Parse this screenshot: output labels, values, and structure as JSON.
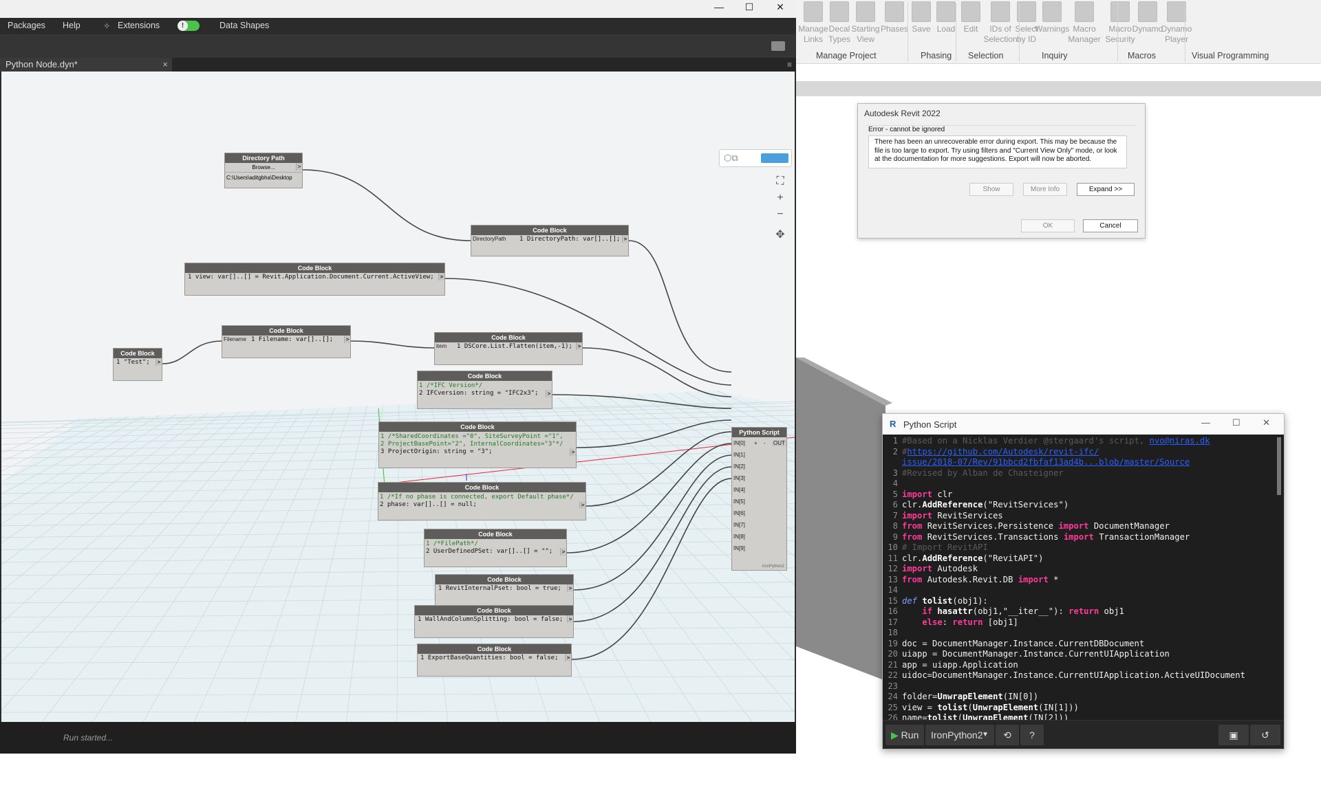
{
  "revit": {
    "ribbon_buttons": [
      {
        "l1": "Manage",
        "l2": "Links"
      },
      {
        "l1": "Decal",
        "l2": "Types"
      },
      {
        "l1": "Starting",
        "l2": "View"
      },
      {
        "l1": "Phases",
        "l2": ""
      },
      {
        "l1": "Save",
        "l2": ""
      },
      {
        "l1": "Load",
        "l2": ""
      },
      {
        "l1": "Edit",
        "l2": ""
      },
      {
        "l1": "IDs of",
        "l2": "Selection"
      },
      {
        "l1": "Select",
        "l2": "by ID"
      },
      {
        "l1": "Warnings",
        "l2": ""
      },
      {
        "l1": "Macro",
        "l2": "Manager"
      },
      {
        "l1": "Macro",
        "l2": "Security"
      },
      {
        "l1": "Dynamo",
        "l2": ""
      },
      {
        "l1": "Dynamo",
        "l2": "Player"
      }
    ],
    "ribbon_groups": [
      "Manage Project",
      "Phasing",
      "Selection",
      "Inquiry",
      "Macros",
      "Visual Programming"
    ]
  },
  "dynamo": {
    "menu": [
      "Packages",
      "Help",
      "Extensions",
      "Data Shapes"
    ],
    "tab_title": "Python Node.dyn*",
    "tab_close": "×",
    "status": "Run started...",
    "zoom_buttons": [
      "⛶",
      "+",
      "−",
      "✥"
    ],
    "window_controls": [
      "—",
      "☐",
      "✕"
    ]
  },
  "nodes": {
    "dirpath": {
      "title": "Directory Path",
      "browse": "Browse...",
      "path": "C:\\Users\\aditgbha\\Desktop"
    },
    "cb_dirpath": {
      "title": "Code Block",
      "port": "DirectoryPath",
      "code": "1 DirectoryPath: var[]..[];"
    },
    "cb_view": {
      "title": "Code Block",
      "code": "1 view: var[]..[] = Revit.Application.Document.Current.ActiveView;"
    },
    "cb_test": {
      "title": "Code Block",
      "code": "1 \"Test\";"
    },
    "cb_filename": {
      "title": "Code Block",
      "port": "Filename",
      "code": "1 Filename: var[]..[];"
    },
    "cb_flatten": {
      "title": "Code Block",
      "port": "item",
      "code": "1 DSCore.List.Flatten(item,-1);"
    },
    "cb_ifc": {
      "title": "Code Block",
      "l1": "1 /*IFC Version*/",
      "l2": "2 IFCversion: string = \"IFC2x3\";"
    },
    "cb_coords": {
      "title": "Code Block",
      "l1": "1 /*SharedCoordinates =\"0\", SiteSurveyPoint =\"1\",",
      "l2": "2 ProjectBasePoint=\"2\", InternalCoordinates=\"3\"*/",
      "l3": "3 ProjectOrigin: string = \"3\";"
    },
    "cb_phase": {
      "title": "Code Block",
      "l1": "1 /*If no phase is connected, export Default phase*/",
      "l2": "2 phase: var[]..[] = null;"
    },
    "cb_filepath": {
      "title": "Code Block",
      "l1": "1 /*FilePath*/",
      "l2": "2 UserDefinedPSet: var[]..[] = \"\";"
    },
    "cb_internal": {
      "title": "Code Block",
      "code": "1 RevitInternalPset: bool = true;"
    },
    "cb_wall": {
      "title": "Code Block",
      "code": "1 WallAndColumnSplitting: bool = false;"
    },
    "cb_export": {
      "title": "Code Block",
      "code": "1 ExportBaseQuantities: bool = false;"
    },
    "py": {
      "title": "Python Script",
      "inputs": [
        "IN[0]",
        "IN[1]",
        "IN[2]",
        "IN[3]",
        "IN[4]",
        "IN[5]",
        "IN[6]",
        "IN[7]",
        "IN[8]",
        "IN[9]"
      ],
      "out": "OUT",
      "plus": "+",
      "minus": "-",
      "footer": "ironPython2"
    }
  },
  "error_dialog": {
    "title": "Autodesk Revit 2022",
    "label": "Error - cannot be ignored",
    "message": "There has been an unrecoverable error during export.  This may be because the file is too large to export.  Try using filters and \"Current View Only\" mode, or look at the documentation for more suggestions.  Export will now be aborted.",
    "show": "Show",
    "more_info": "More Info",
    "expand": "Expand >>",
    "ok": "OK",
    "cancel": "Cancel"
  },
  "python_editor": {
    "title": "Python Script",
    "run": "Run",
    "engine": "IronPython2",
    "window_controls": [
      "—",
      "☐",
      "✕"
    ]
  }
}
